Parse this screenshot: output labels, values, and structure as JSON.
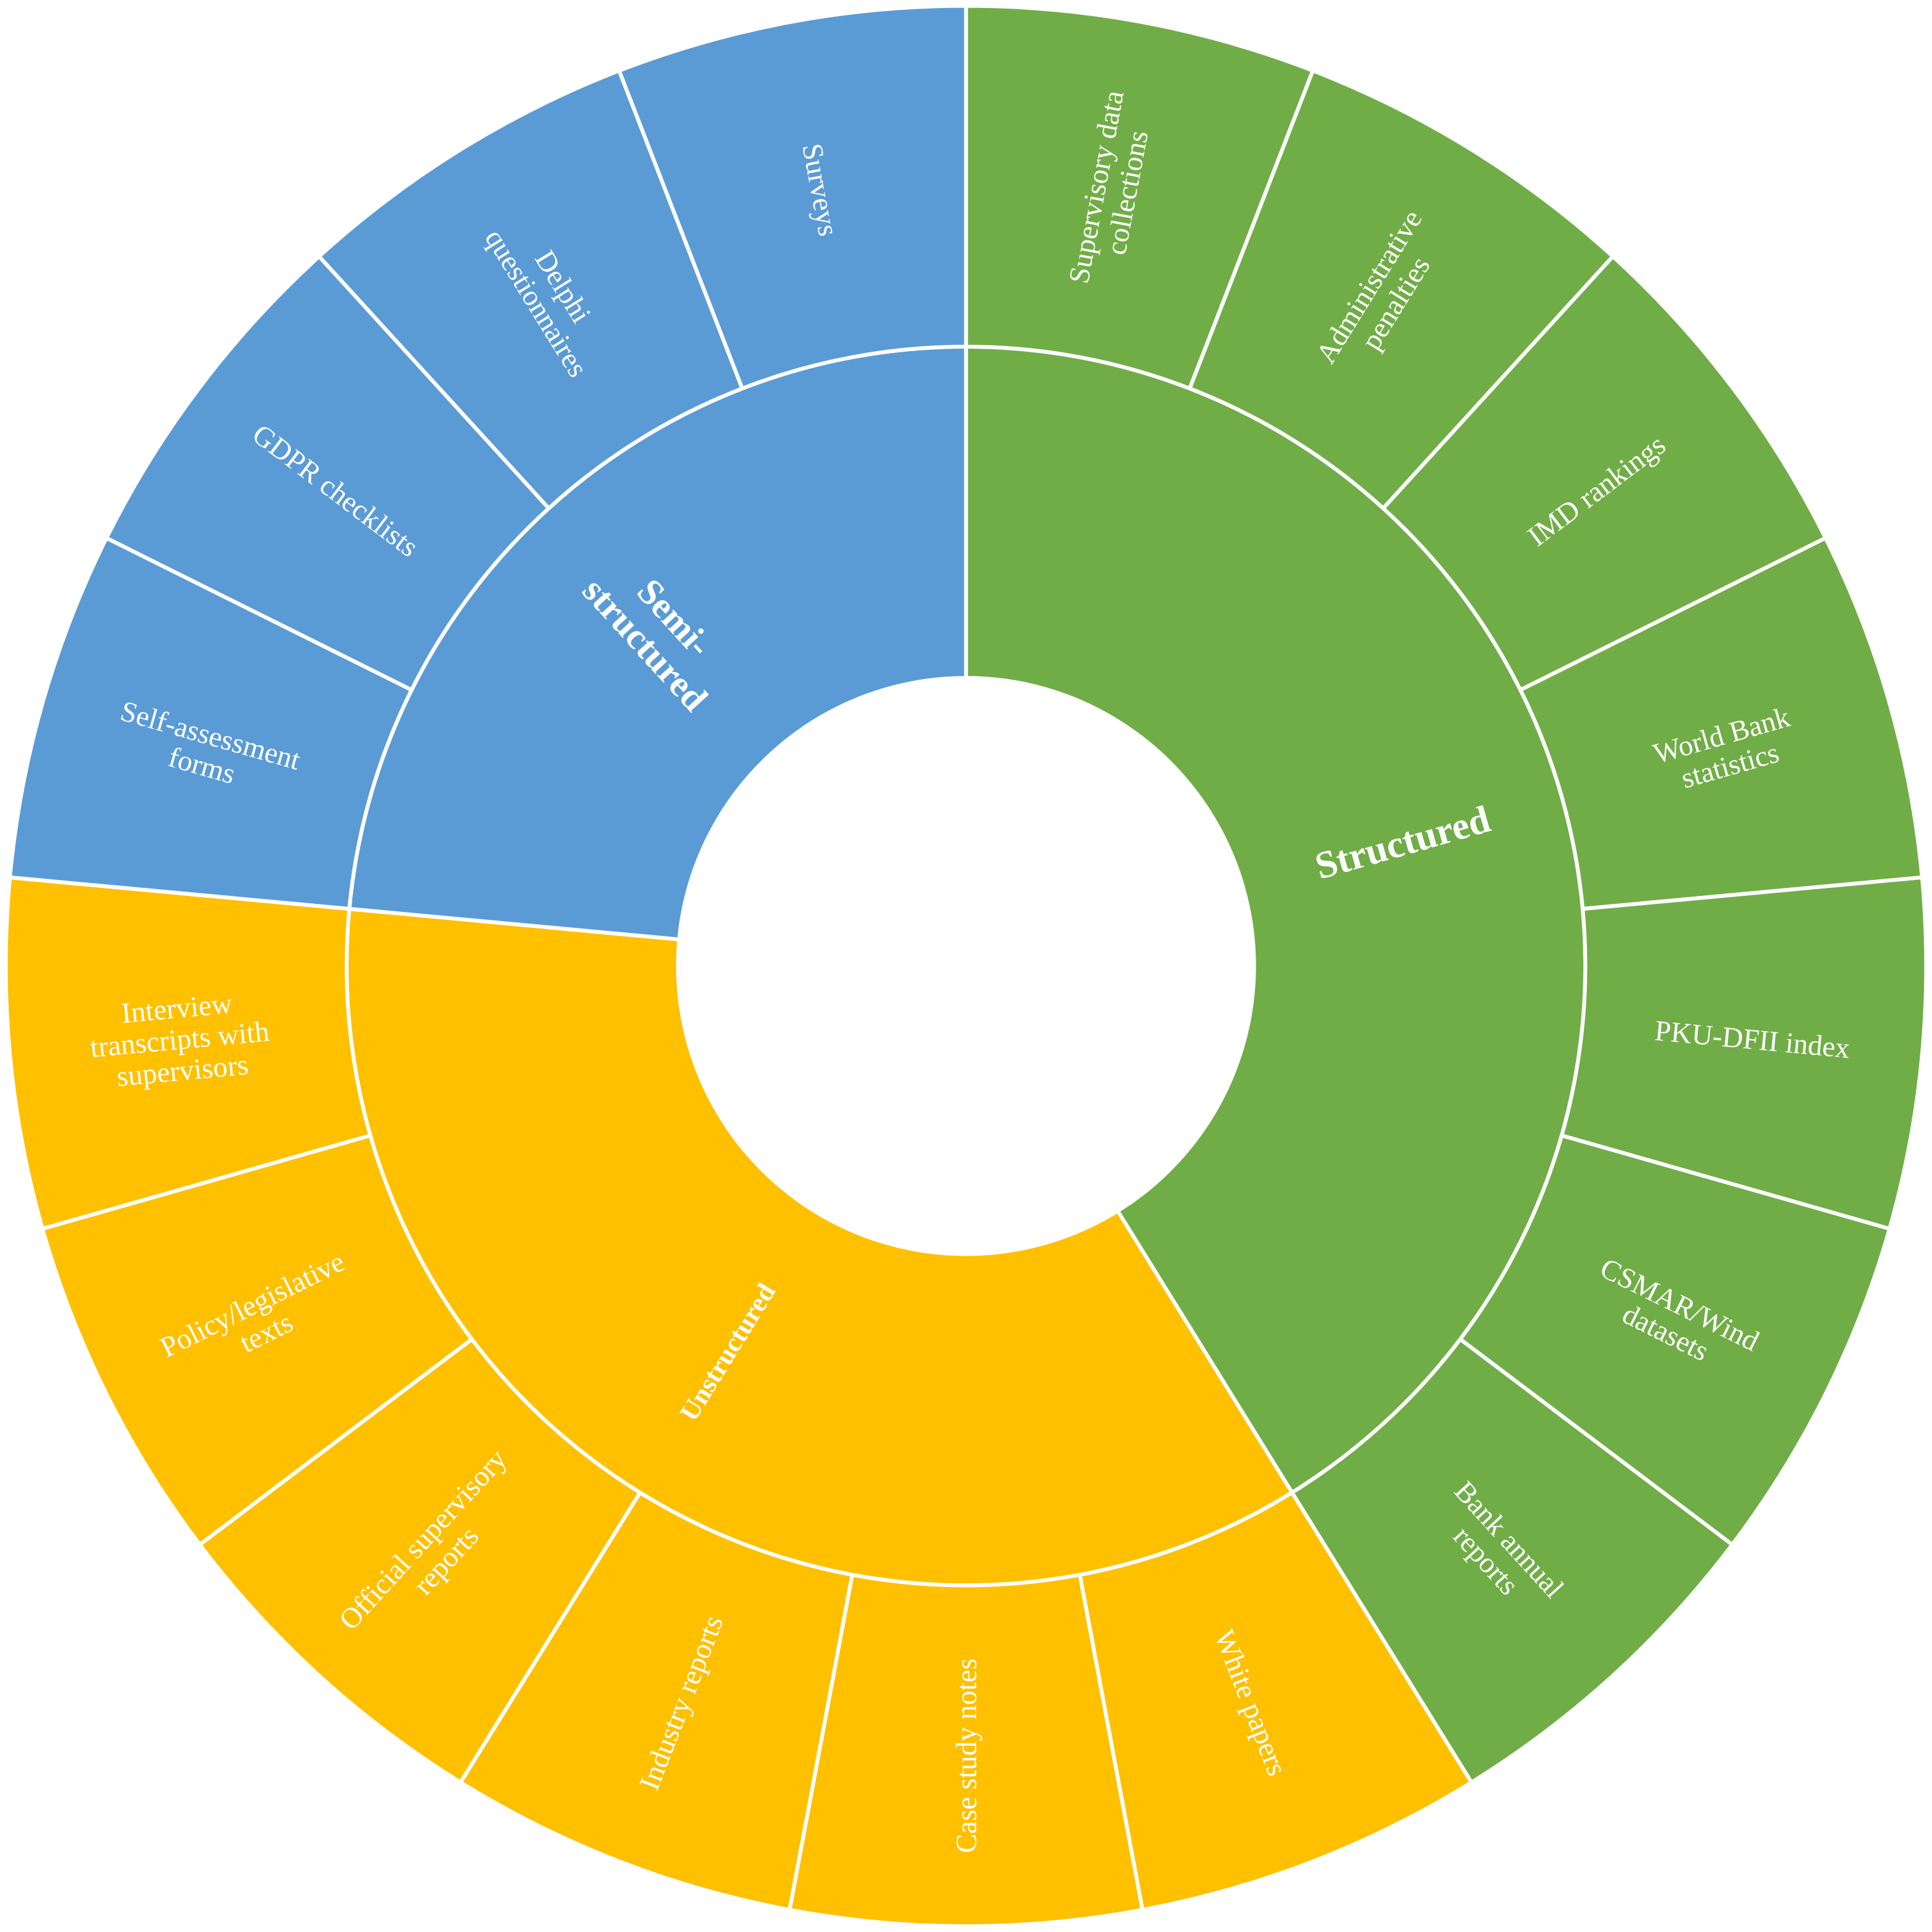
{
  "figure": {
    "background": "#ffffff",
    "text_color": "#ffffff",
    "separator_color": "#ffffff"
  },
  "chart_data": {
    "type": "sunburst",
    "title": "",
    "rings": [
      "data-category",
      "data-source"
    ],
    "direction": "clockwise",
    "start_angle_deg": 0,
    "hole_radius_ratio": 0.3,
    "ring_boundary_ratio": 0.645,
    "layout": {
      "leaf_font_size": 15,
      "leaf_line_height": 1.08,
      "legend": "none",
      "grid": false
    },
    "groups": [
      {
        "name": "Structured",
        "label_lines": [
          "Structured"
        ],
        "label_size": 20,
        "color": "#70AD47",
        "children": [
          {
            "label": "Supervisory data collections",
            "lines": [
              "Supervisory data",
              "collections"
            ],
            "value": 1
          },
          {
            "label": "Administrative penalties",
            "lines": [
              "Administrative",
              "penalties"
            ],
            "value": 1
          },
          {
            "label": "IMD rankings",
            "lines": [
              "IMD rankings"
            ],
            "value": 1
          },
          {
            "label": "World Bank statistics",
            "lines": [
              "World Bank",
              "statistics"
            ],
            "value": 1
          },
          {
            "label": "PKU-DFII index",
            "lines": [
              "PKU-DFII index"
            ],
            "value": 1
          },
          {
            "label": "CSMAR/Wind datasets",
            "lines": [
              "CSMAR/Wind",
              "datasets"
            ],
            "value": 1
          },
          {
            "label": "Bank annual reports",
            "lines": [
              "Bank annual",
              "reports"
            ],
            "value": 1
          }
        ]
      },
      {
        "name": "Unstructured",
        "label_lines": [
          "Unstructured"
        ],
        "label_size": 14,
        "color": "#FFC000",
        "children": [
          {
            "label": "White papers",
            "lines": [
              "White papers"
            ],
            "value": 1
          },
          {
            "label": "Case study notes",
            "lines": [
              "Case study notes"
            ],
            "value": 1
          },
          {
            "label": "Industry reports",
            "lines": [
              "Industry reports"
            ],
            "value": 1
          },
          {
            "label": "Official supervisory reports",
            "lines": [
              "Official supervisory",
              "reports"
            ],
            "value": 1
          },
          {
            "label": "Policy/legislative texts",
            "lines": [
              "Policy/legislative",
              "texts"
            ],
            "value": 1
          },
          {
            "label": "Interview transcripts with supervisors",
            "lines": [
              "Interview",
              "transcripts with",
              "supervisors"
            ],
            "value": 1
          }
        ]
      },
      {
        "name": "Semi-structured",
        "label_lines": [
          "Semi-",
          "structured"
        ],
        "label_size": 19,
        "color": "#5B9BD5",
        "children": [
          {
            "label": "Self-assessment forms",
            "lines": [
              "Self-assessment",
              "forms"
            ],
            "value": 1
          },
          {
            "label": "GDPR checklists",
            "lines": [
              "GDPR checklists"
            ],
            "value": 1
          },
          {
            "label": "Delphi questionnaires",
            "lines": [
              "Delphi",
              "questionnaires"
            ],
            "value": 1
          },
          {
            "label": "Surveys",
            "lines": [
              "Surveys"
            ],
            "value": 1
          }
        ]
      }
    ]
  }
}
